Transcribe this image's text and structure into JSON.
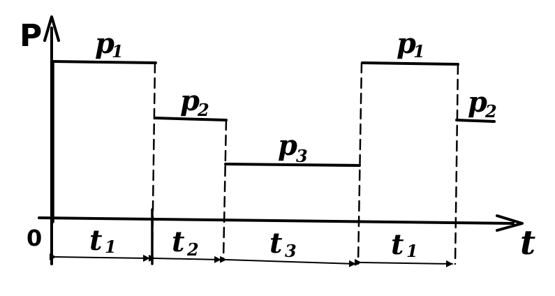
{
  "axes": {
    "y_label": "P",
    "x_label": "t",
    "origin_label": "0"
  },
  "levels": [
    {
      "id": "p1a",
      "label_main": "p",
      "label_sub": "1"
    },
    {
      "id": "p2a",
      "label_main": "p",
      "label_sub": "2"
    },
    {
      "id": "p3",
      "label_main": "p",
      "label_sub": "3"
    },
    {
      "id": "p1b",
      "label_main": "p",
      "label_sub": "1"
    },
    {
      "id": "p2b",
      "label_main": "p",
      "label_sub": "2"
    }
  ],
  "intervals": [
    {
      "id": "t1a",
      "label_main": "t",
      "label_sub": "1"
    },
    {
      "id": "t2",
      "label_main": "t",
      "label_sub": "2"
    },
    {
      "id": "t3",
      "label_main": "t",
      "label_sub": "3"
    },
    {
      "id": "t1b",
      "label_main": "t",
      "label_sub": "1"
    }
  ]
}
